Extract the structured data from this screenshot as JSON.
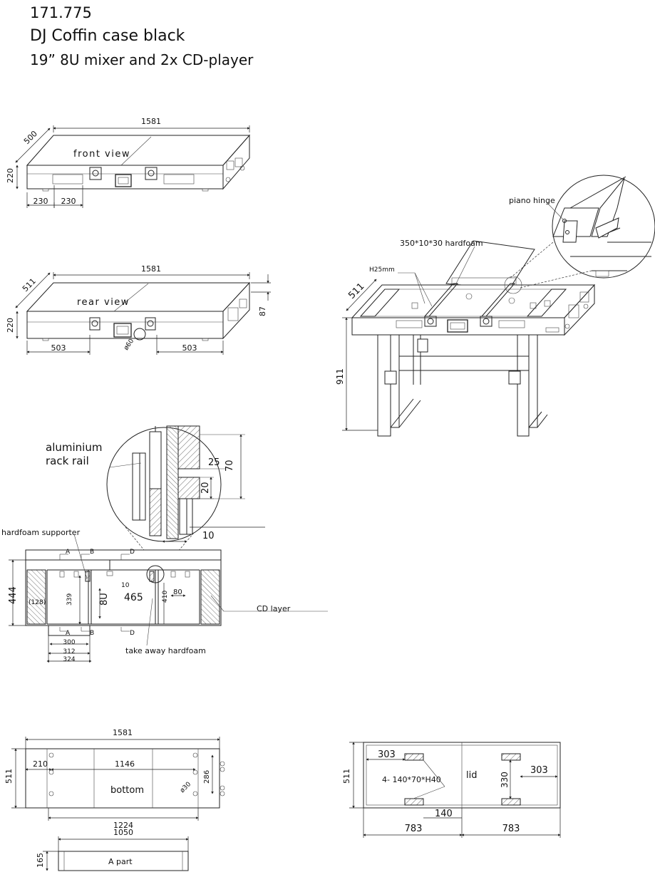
{
  "header": {
    "code": "171.775",
    "title": "DJ Coffin case  black",
    "subtitle": "19” 8U mixer and 2x CD-player"
  },
  "front_view": {
    "label": "front  view",
    "length": "1581",
    "depth": "500",
    "height": "220",
    "offset_a": "230",
    "offset_b": "230"
  },
  "rear_view": {
    "label": "rear view",
    "length": "1581",
    "depth": "511",
    "height": "220",
    "lid_height": "87",
    "offset_a": "503",
    "offset_b": "503",
    "hole": "ø60"
  },
  "perspective": {
    "piano_hinge": "piano hinge",
    "hardfoam": "350*10*30 hardfoam",
    "h25": "H25mm",
    "depth": "511",
    "stand_height": "911"
  },
  "detail": {
    "rail_label_1": "aluminium",
    "rail_label_2": "rack rail",
    "d25": "25",
    "d70": "70",
    "d20": "20",
    "d10": "10"
  },
  "section": {
    "hardfoam_supporter": "hardfoam supporter",
    "cd_layer": "CD layer",
    "take_away": "take away hardfoam",
    "height": "444",
    "inner": "(128)",
    "d339": "339",
    "rack": "8U",
    "d465": "465",
    "d410": "410",
    "d80": "80",
    "d10": "10",
    "d300": "300",
    "d312": "312",
    "d324": "324",
    "mark_a": "A",
    "mark_b": "B",
    "mark_d": "D"
  },
  "bottom_view": {
    "length": "1581",
    "depth": "511",
    "d210": "210",
    "d1146": "1146",
    "d286": "286",
    "d1224": "1224",
    "label": "bottom",
    "hole": "ø30"
  },
  "a_part": {
    "length": "1050",
    "height": "165",
    "label": "A  part"
  },
  "lid_view": {
    "depth": "511",
    "d303_left": "303",
    "d303_right": "303",
    "pads": "4- 140*70*H40",
    "label": "lid",
    "d330": "330",
    "d140": "140",
    "d783_left": "783",
    "d783_right": "783"
  }
}
